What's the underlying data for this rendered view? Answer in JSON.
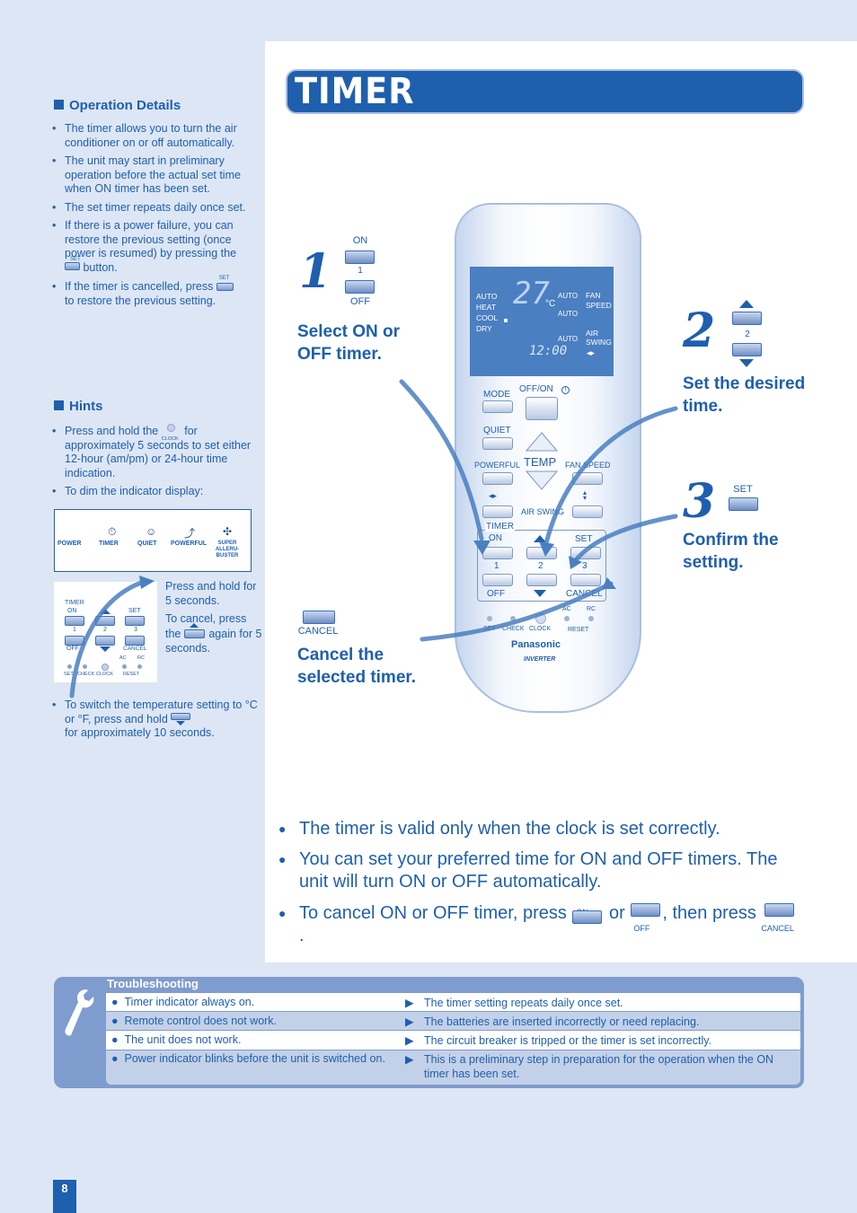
{
  "title": "TIMER",
  "page_number": "8",
  "operation_details": {
    "heading": "Operation Details",
    "items": [
      "The timer allows you to turn the air conditioner on or off automatically.",
      "The unit may start in preliminary operation before the actual set time when ON timer has been set.",
      "The set timer repeats daily once set.",
      "If there is a power failure, you can restore the previous setting (once power is resumed) by pressing the",
      "button.",
      "If the timer is cancelled, press",
      "to restore the previous setting."
    ]
  },
  "hints": {
    "heading": "Hints",
    "press_hold_pre": "Press and hold the",
    "press_hold_post": "for approximately 5 seconds to set either 12-hour (am/pm) or 24-hour time indication.",
    "dim_display": "To dim the indicator display:",
    "panel_labels": [
      "POWER",
      "TIMER",
      "QUIET",
      "POWERFUL",
      "SUPER ALLERU-BUSTER"
    ],
    "press_hold_5": "Press and hold for 5 seconds.",
    "cancel_pre": "To cancel, press the",
    "cancel_post": "again for 5 seconds.",
    "switch_temp_pre": "To switch the temperature setting to °C or °F, press and hold",
    "switch_temp_post": "for approximately 10 seconds."
  },
  "button_labels": {
    "set": "SET",
    "clock": "CLOCK",
    "on": "ON",
    "off": "OFF",
    "cancel": "CANCEL",
    "one": "1",
    "two": "2",
    "three": "3"
  },
  "steps": [
    {
      "num": "1",
      "text": "Select ON or OFF timer."
    },
    {
      "num": "2",
      "text": "Set the desired time."
    },
    {
      "num": "3",
      "text": "Confirm the setting."
    },
    {
      "num": "",
      "text": "Cancel the selected timer."
    }
  ],
  "remote": {
    "lcd_left": [
      "AUTO",
      "HEAT",
      "COOL",
      "DRY"
    ],
    "lcd_temp": "27",
    "lcd_unit": "°C",
    "lcd_auto": "AUTO",
    "lcd_fan": "FAN SPEED",
    "lcd_air": "AIR SWING",
    "lcd_clock": "12:00",
    "mode": "MODE",
    "offon": "OFF/ON",
    "quiet": "QUIET",
    "temp": "TEMP",
    "powerful": "POWERFUL",
    "fan_speed": "FAN SPEED",
    "air_swing": "AIR SWING",
    "timer": "TIMER",
    "check": "CHECK",
    "ac": "AC",
    "rc": "RC",
    "reset": "RESET",
    "brand": "Panasonic",
    "inverter": "INVERTER"
  },
  "main_bullets": [
    "The timer is valid only when the clock is set correctly.",
    "You can set your preferred time for ON and OFF timers. The unit will turn ON or OFF automatically.",
    "To cancel ON or OFF timer, press",
    "or",
    ", then press",
    "."
  ],
  "troubleshooting": {
    "heading": "Troubleshooting",
    "rows": [
      {
        "symptom": "Timer indicator always on.",
        "cause": "The timer setting repeats daily once set."
      },
      {
        "symptom": "Remote control does not work.",
        "cause": "The batteries are inserted incorrectly or need replacing."
      },
      {
        "symptom": "The unit does not work.",
        "cause": "The circuit breaker is tripped or the timer is set incorrectly."
      },
      {
        "symptom": "Power indicator blinks before the unit is switched on.",
        "cause": "This is a preliminary step in preparation for the operation when the ON timer has been set."
      }
    ]
  },
  "colors": {
    "brand_blue": "#1e5fae",
    "background": "#dde6f4",
    "lcd": "#4a7fc1"
  }
}
